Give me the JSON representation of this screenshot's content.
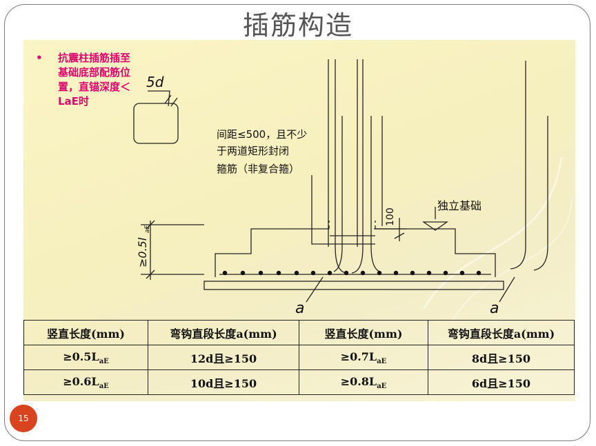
{
  "slide": {
    "title": "插筋构造",
    "page_number": "15"
  },
  "note": {
    "bullet": "•",
    "text": "抗震柱插筋插至基础底部配筋位置，直锚深度＜LaE时"
  },
  "drawing": {
    "hook_label": "5d",
    "spacing_note_line1": "间距≤500，且不少",
    "spacing_note_line2": "于两道矩形封闭",
    "spacing_note_line3": "箍筋（非复合箍）",
    "dim_100": "100",
    "foundation_label": "独立基础",
    "dim_vertical_main": "≥0.5l",
    "dim_vertical_sub": "aE",
    "label_a_left": "a",
    "label_a_right": "a"
  },
  "table": {
    "headers": [
      "竖直长度(mm)",
      "弯钩直段长度a(mm)",
      "竖直长度(mm)",
      "弯钩直段长度a(mm)"
    ],
    "rows": [
      {
        "c1_main": "≥0.5L",
        "c1_sub": "aE",
        "c2": "12d且≥150",
        "c3_main": "≥0.7L",
        "c3_sub": "aE",
        "c4": "8d且≥150"
      },
      {
        "c1_main": "≥0.6L",
        "c1_sub": "aE",
        "c2": "10d且≥150",
        "c3_main": "≥0.8L",
        "c3_sub": "aE",
        "c4": "6d且≥150"
      }
    ]
  },
  "colors": {
    "note_text": "#e0006e",
    "badge": "#d9431e",
    "panel": "#f6efbe"
  }
}
